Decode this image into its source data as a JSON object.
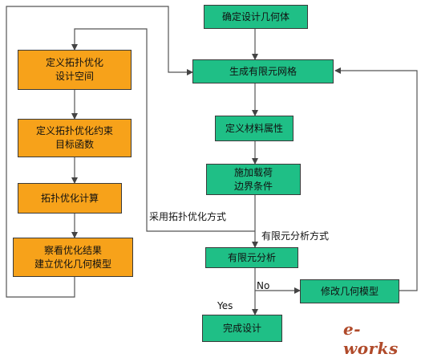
{
  "nodes": {
    "define_geometry": "确定设计几何体",
    "generate_mesh": "生成有限元网格",
    "define_material": "定义材料属性",
    "apply_loads_line1": "施加载荷",
    "apply_loads_line2": "边界条件",
    "fea": "有限元分析",
    "modify_geometry": "修改几何模型",
    "finish_design": "完成设计",
    "define_topo_space_line1": "定义拓扑优化",
    "define_topo_space_line2": "设计空间",
    "define_topo_constraints_line1": "定义拓扑优化约束",
    "define_topo_constraints_line2": "目标函数",
    "topo_compute": "拓扑优化计算",
    "view_results_line1": "察看优化结果",
    "view_results_line2": "建立优化几何模型"
  },
  "labels": {
    "use_topo": "采用拓扑优化方式",
    "use_fea": "有限元分析方式",
    "no": "No",
    "yes": "Yes"
  },
  "logo": "e-works",
  "colors": {
    "green": "#1fbf86",
    "orange": "#f7a21a",
    "line": "#555555"
  }
}
